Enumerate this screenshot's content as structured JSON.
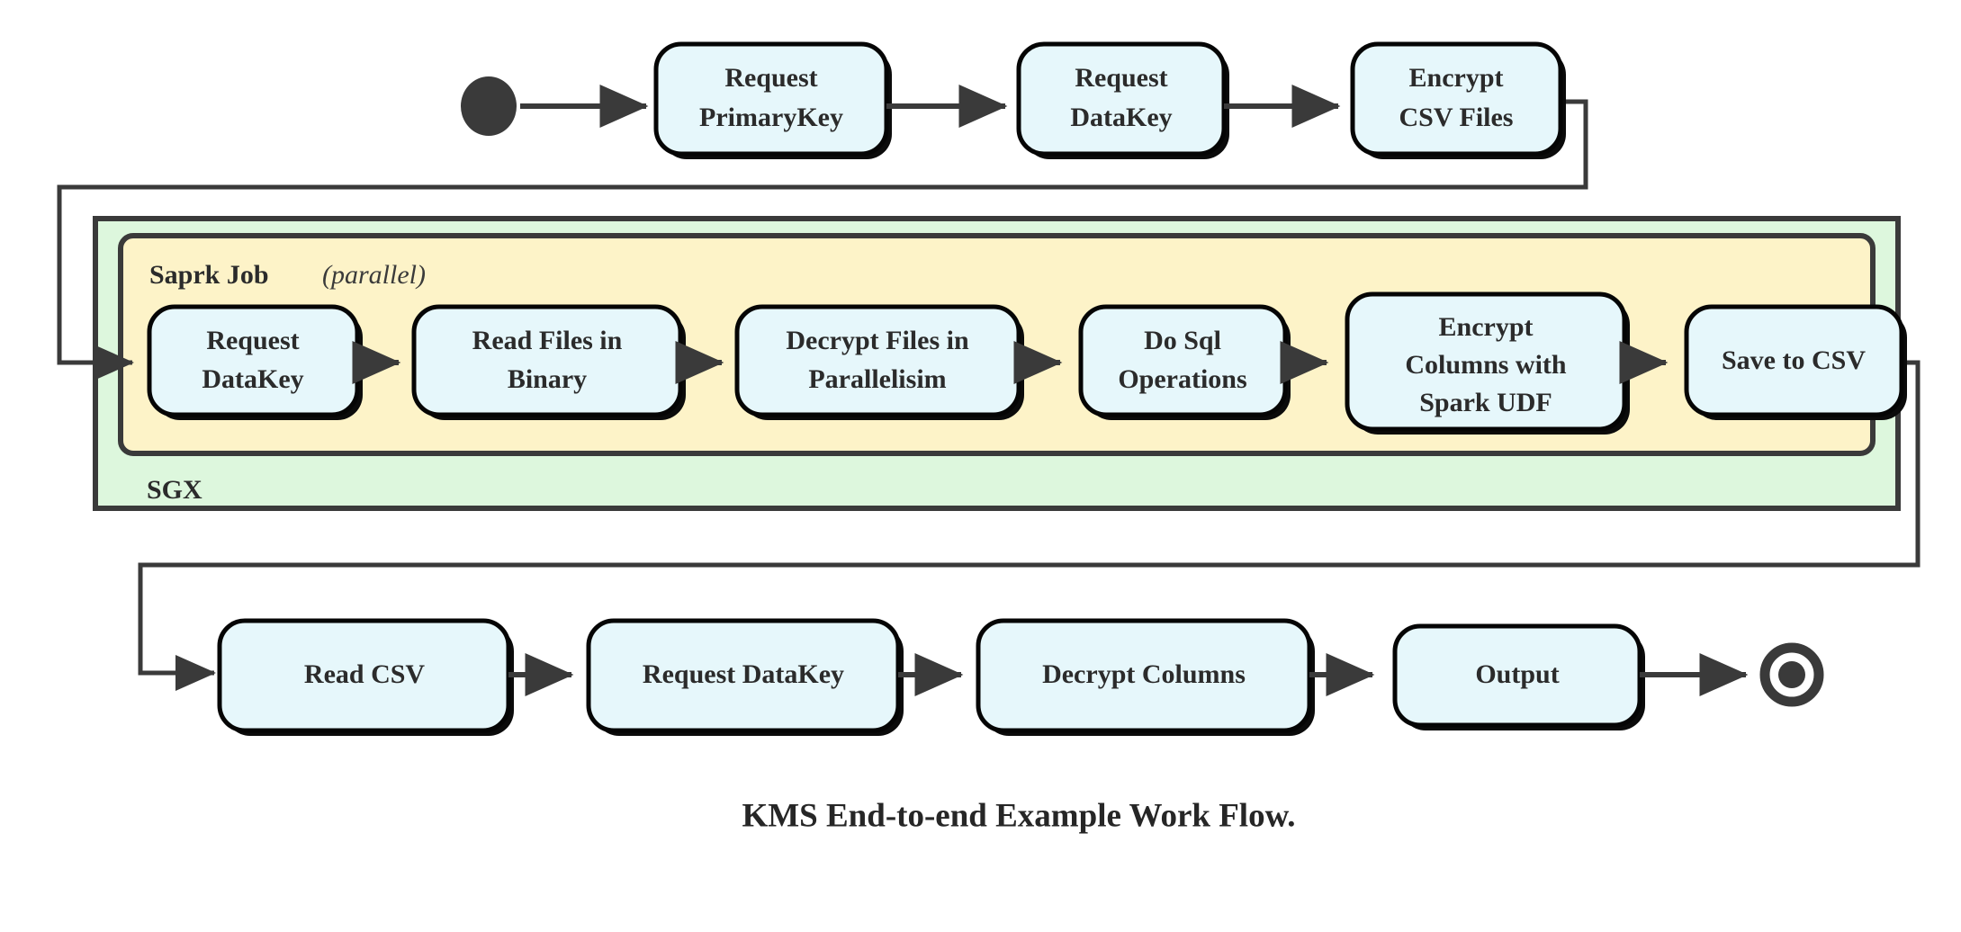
{
  "diagram": {
    "title": "KMS End-to-end Example Work Flow.",
    "colors": {
      "node_fill": "#e6f7fb",
      "node_stroke": "#050505",
      "sgx_fill": "#ddf7dd",
      "spark_fill": "#fdf3c8",
      "edge": "#3a3a3a",
      "text": "#2b2b2b",
      "background": "#ffffff"
    },
    "start_node": "start-state",
    "end_node": "end-state",
    "groups": {
      "sgx": {
        "label": "SGX"
      },
      "spark": {
        "label": "Saprk Job",
        "qualifier": "(parallel)"
      }
    },
    "rows": {
      "top": [
        {
          "id": "request-primarykey",
          "line1": "Request",
          "line2": "PrimaryKey"
        },
        {
          "id": "request-datakey-top",
          "line1": "Request",
          "line2": "DataKey"
        },
        {
          "id": "encrypt-csv-files",
          "line1": "Encrypt",
          "line2": "CSV Files"
        }
      ],
      "spark": [
        {
          "id": "request-datakey-spark",
          "line1": "Request",
          "line2": "DataKey"
        },
        {
          "id": "read-files-in-binary",
          "line1": "Read Files in",
          "line2": "Binary"
        },
        {
          "id": "decrypt-files-in-parallelisim",
          "line1": "Decrypt Files in",
          "line2": "Parallelisim"
        },
        {
          "id": "do-sql-operations",
          "line1": "Do Sql",
          "line2": "Operations"
        },
        {
          "id": "encrypt-columns-with-spark-udf",
          "line1": "Encrypt",
          "line2": "Columns with",
          "line3": "Spark UDF"
        },
        {
          "id": "save-to-csv",
          "line1": "Save to CSV"
        }
      ],
      "bottom": [
        {
          "id": "read-csv",
          "line1": "Read CSV"
        },
        {
          "id": "request-datakey-bottom",
          "line1": "Request DataKey"
        },
        {
          "id": "decrypt-columns",
          "line1": "Decrypt Columns"
        },
        {
          "id": "output",
          "line1": "Output"
        }
      ]
    }
  }
}
